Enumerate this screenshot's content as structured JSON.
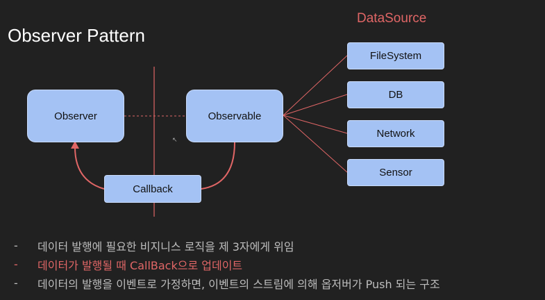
{
  "slide": {
    "title": "Observer Pattern",
    "datasource_title": "DataSource"
  },
  "diagram": {
    "observer": "Observer",
    "observable": "Observable",
    "callback": "Callback",
    "sources": [
      "FileSystem",
      "DB",
      "Network",
      "Sensor"
    ]
  },
  "bullets": [
    {
      "marker": "-",
      "text": "데이터 발행에 필요한 비지니스 로직을 제 3자에게 위임"
    },
    {
      "marker": "-",
      "text": "데이터가 발행될 때 CallBack으로 업데이트"
    },
    {
      "marker": "-",
      "text": "데이터의 발행을 이벤트로 가정하면, 이벤트의 스트림에 의해 옵저버가 Push 되는 구조"
    }
  ],
  "colors": {
    "background": "#212121",
    "box_fill": "#a4c2f4",
    "accent_red": "#e06666",
    "bullet_gray": "#bdbdbd"
  }
}
